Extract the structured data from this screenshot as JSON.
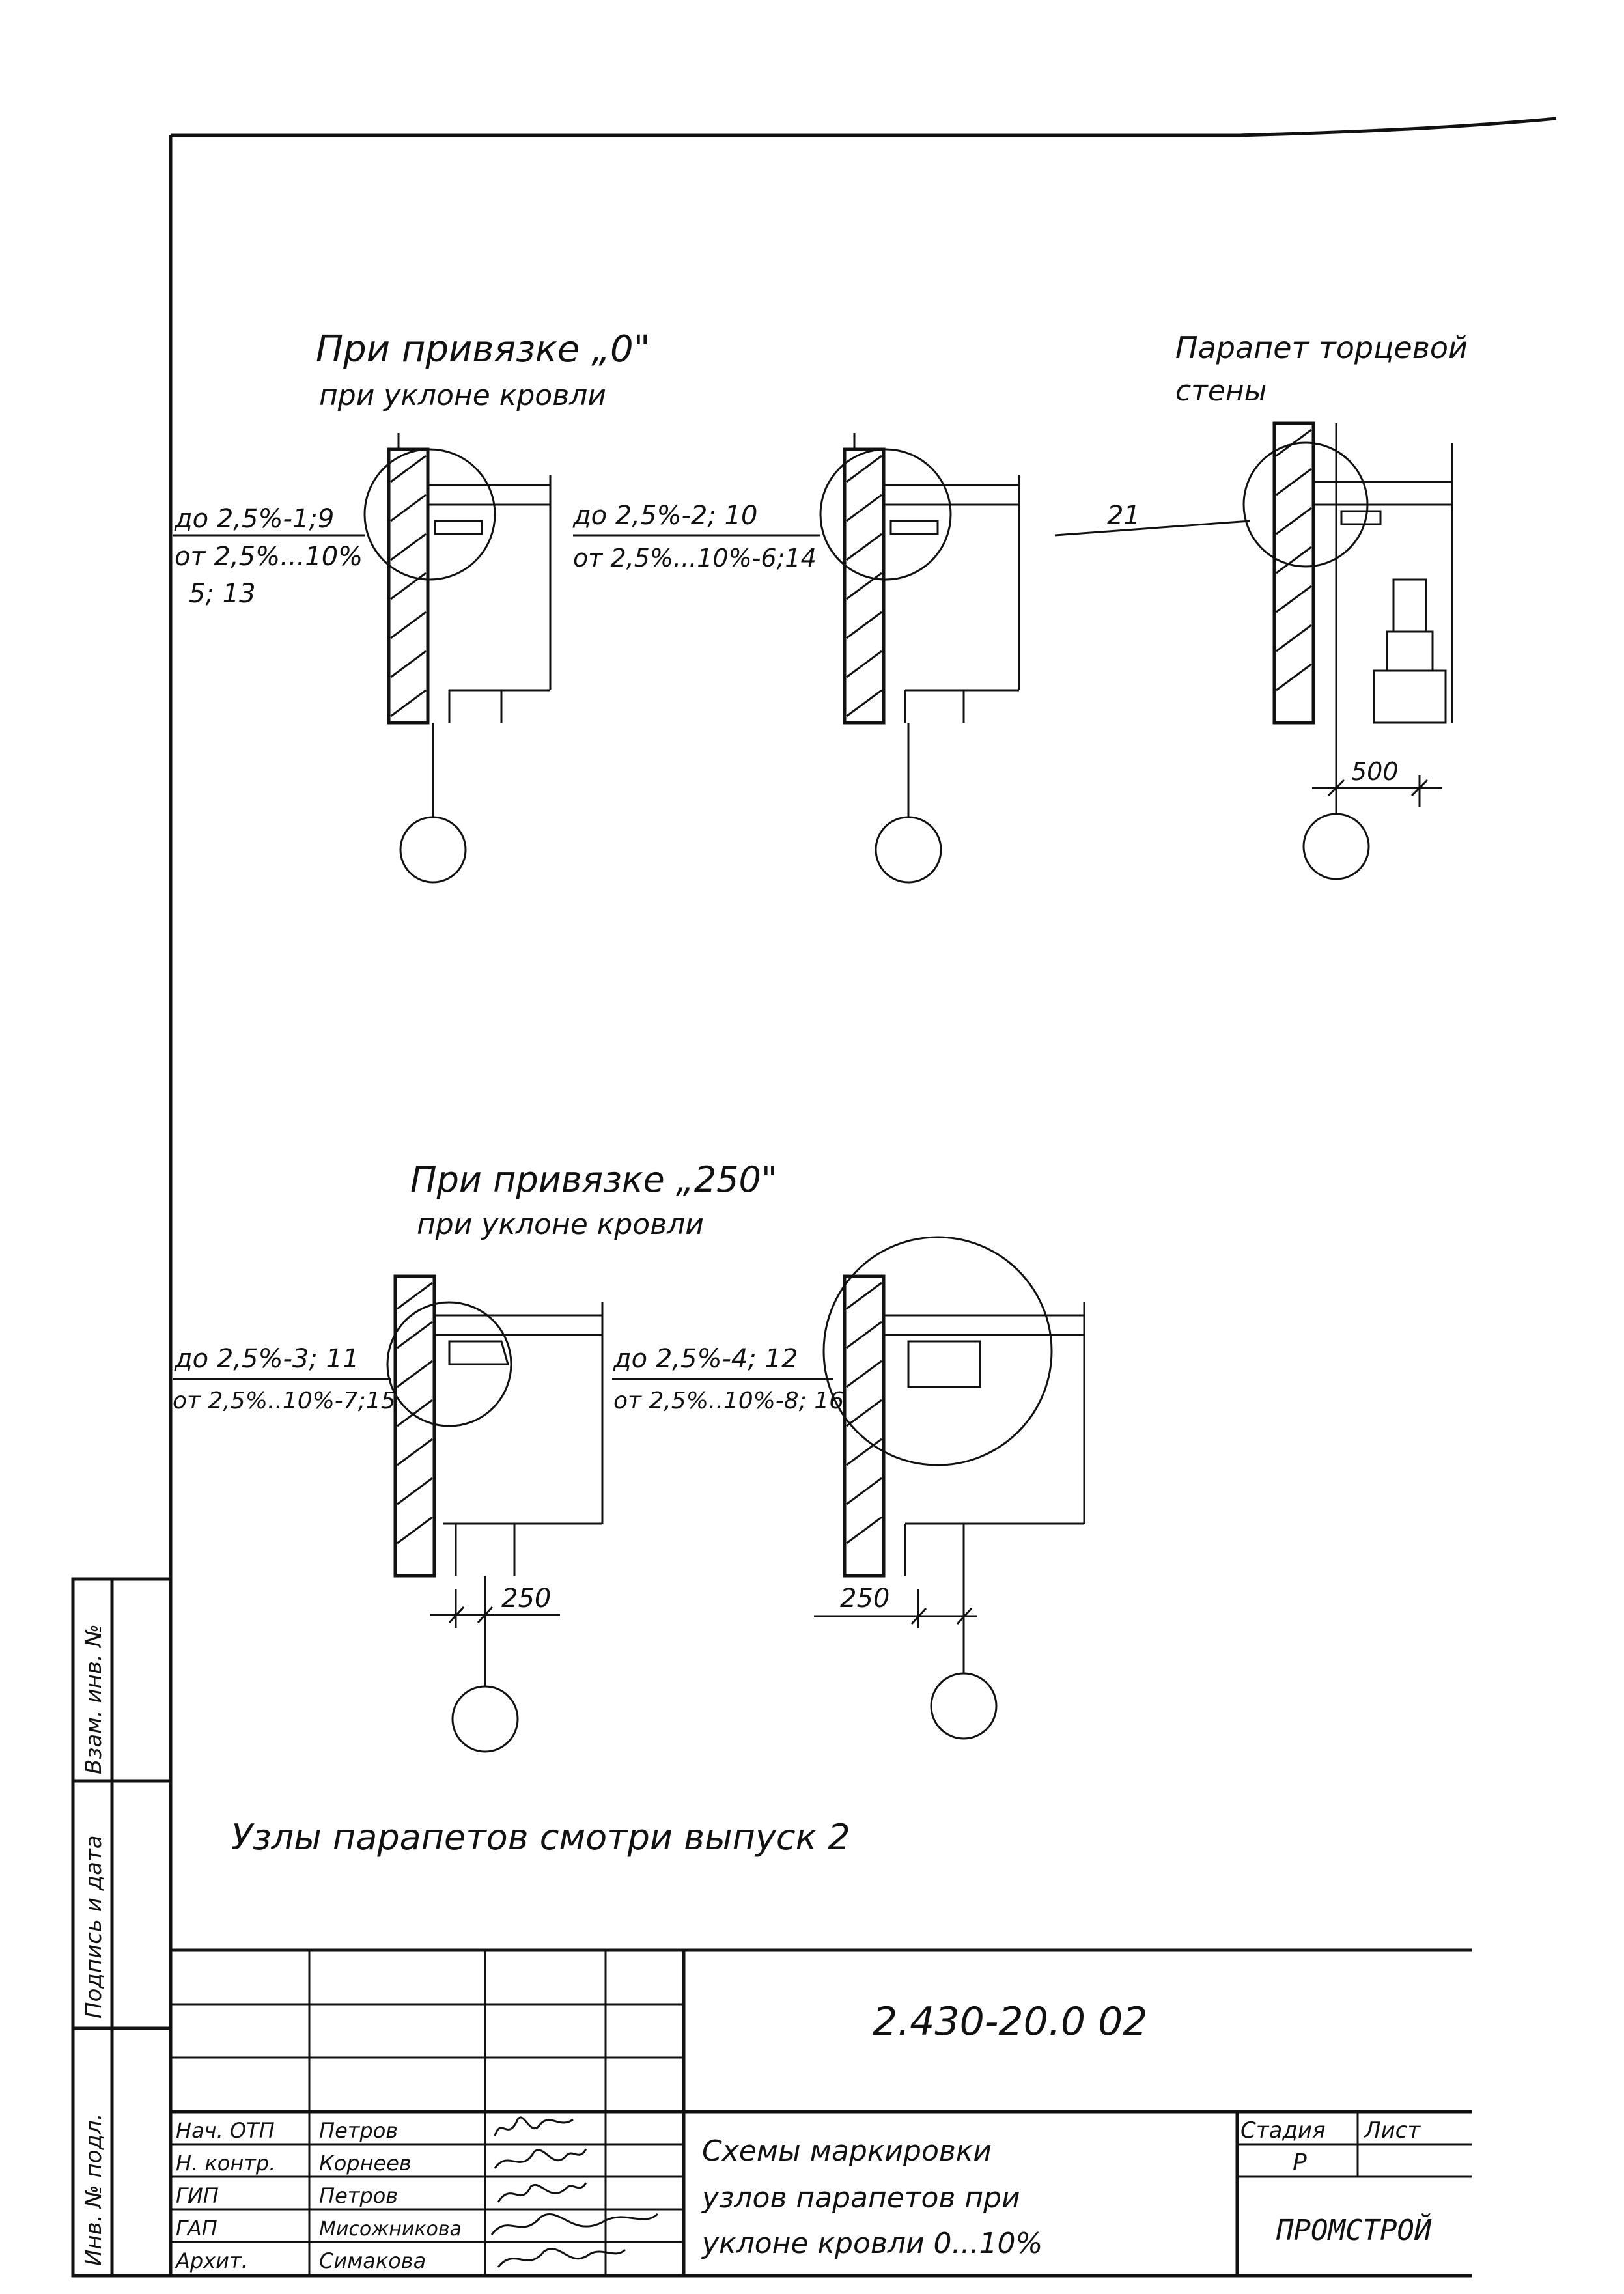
{
  "drawing": {
    "section_zero": {
      "title": "При привязке „0\"",
      "subtitle": "при уклоне кровли",
      "node_a": {
        "line1": "до 2,5%-1;9",
        "line2": "от 2,5%...10%",
        "line3": "5; 13"
      },
      "node_b": {
        "line1": "до 2,5%-2; 10",
        "line2": "от 2,5%...10%-6;14"
      },
      "end_wall": {
        "title": "Парапет торцевой",
        "title2": "стены",
        "label": "21",
        "dim": "500"
      }
    },
    "section_250": {
      "title": "При привязке „250\"",
      "subtitle": "при уклоне кровли",
      "node_c": {
        "line1": "до 2,5%-3; 11",
        "line2": "от 2,5%..10%-7;15",
        "dim": "250"
      },
      "node_d": {
        "line1": "до 2,5%-4; 12",
        "line2": "от 2,5%..10%-8; 16",
        "dim": "250"
      }
    },
    "note": "Узлы парапетов смотри выпуск 2"
  },
  "side_stamp": {
    "field1": "Взам. инв. №",
    "field2": "Подпись и дата",
    "field3": "Инв. № подл."
  },
  "title_block": {
    "code": "2.430-20.0 02",
    "title_line1": "Схемы маркировки",
    "title_line2": "узлов парапетов при",
    "title_line3": "уклоне кровли 0...10%",
    "stage_label": "Стадия",
    "sheet_label": "Лист",
    "stage_value": "Р",
    "org": "ПРОМСТРОЙ",
    "staff": [
      {
        "role": "Нач. ОТП",
        "name": "Петров"
      },
      {
        "role": "Н. контр.",
        "name": "Корнеев"
      },
      {
        "role": "ГИП",
        "name": "Петров"
      },
      {
        "role": "ГАП",
        "name": "Мисожникова"
      },
      {
        "role": "Архит.",
        "name": "Симакова"
      }
    ]
  }
}
